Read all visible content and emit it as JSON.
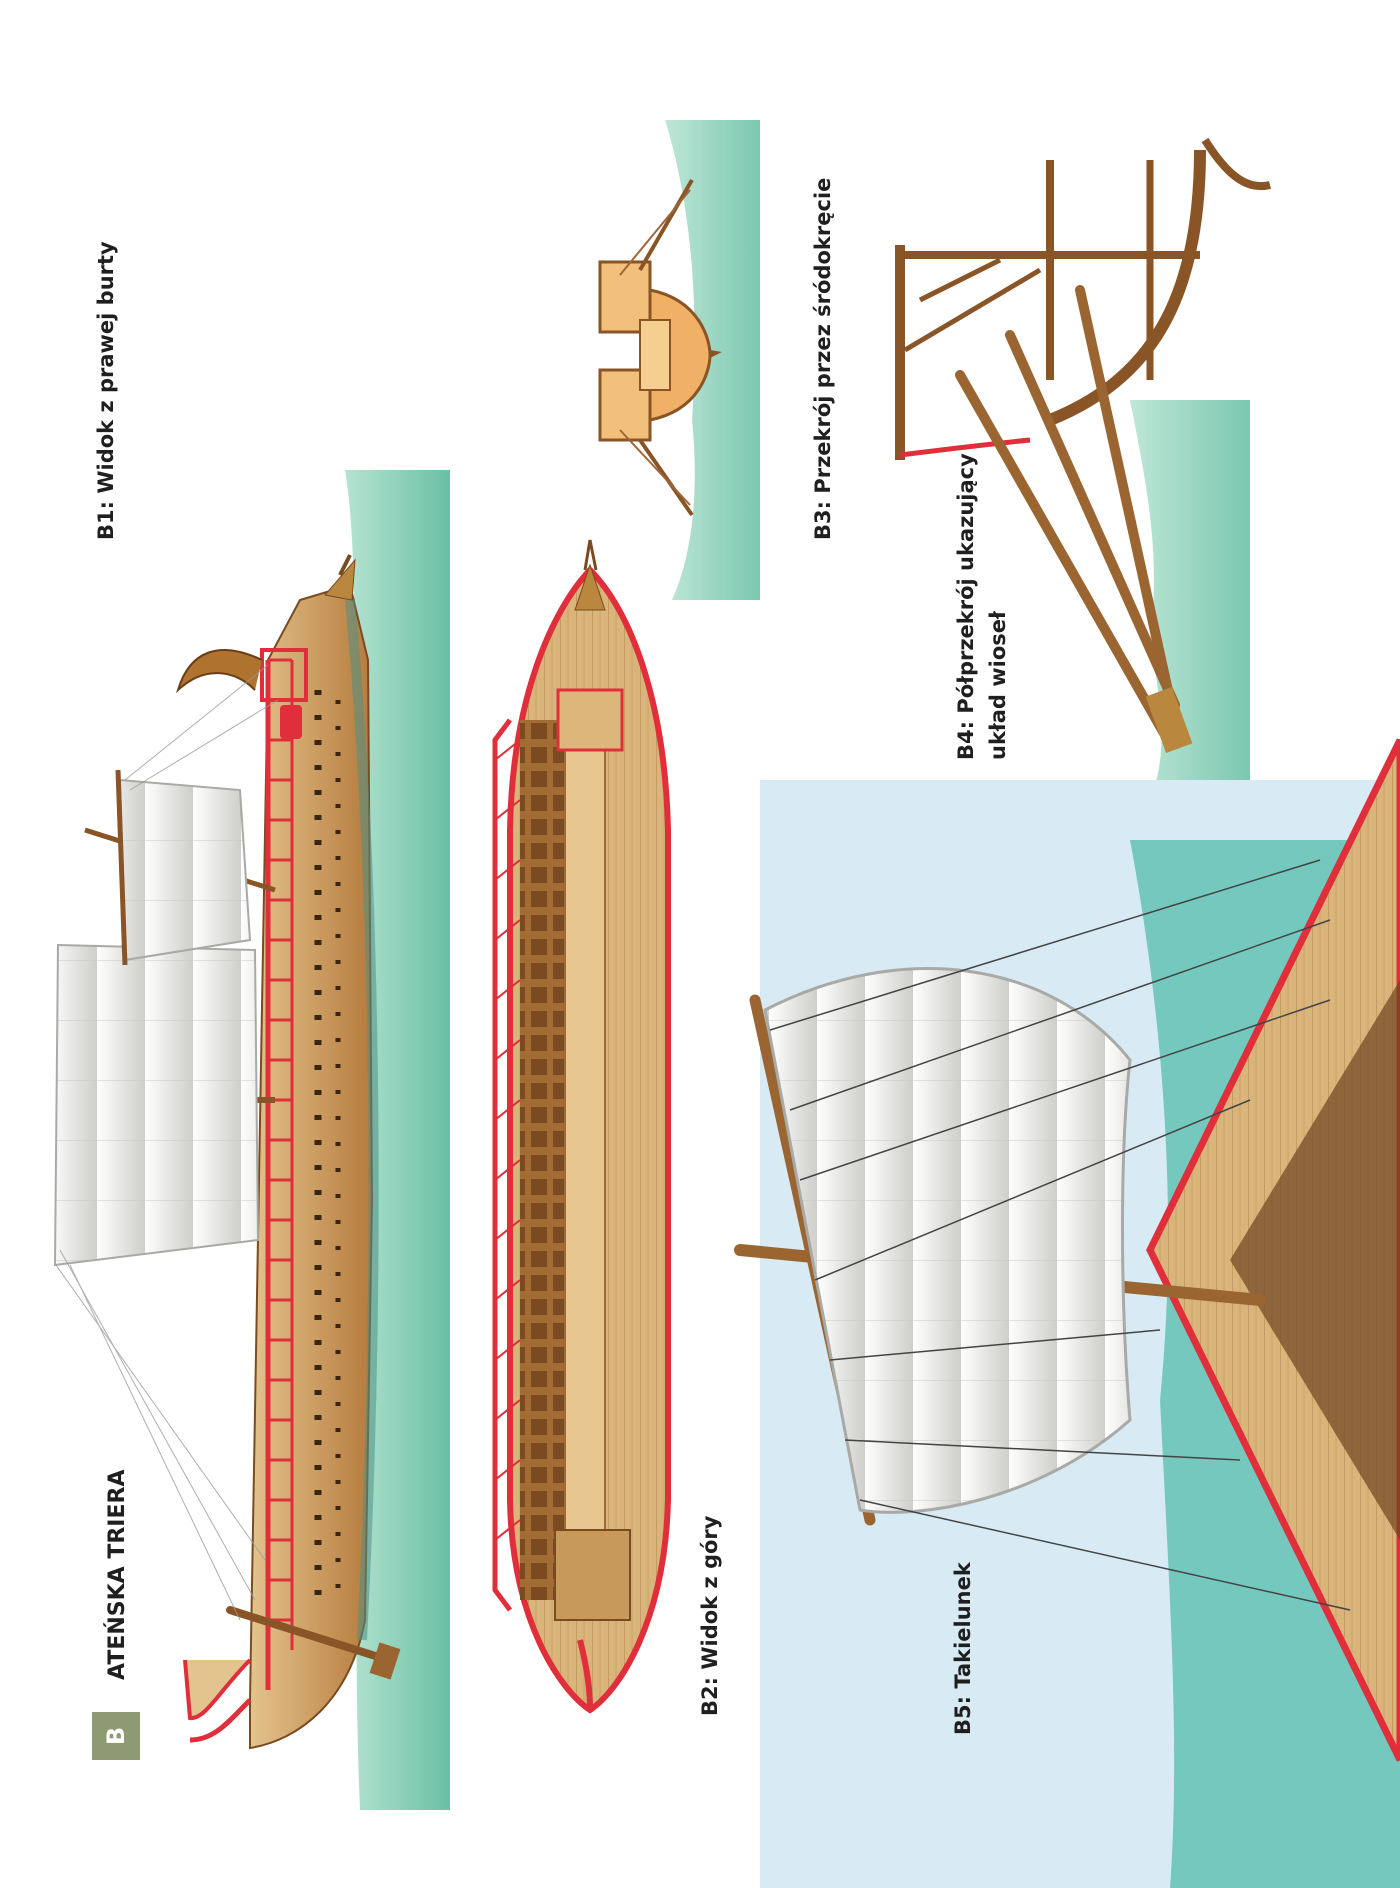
{
  "plate": {
    "letter": "B",
    "title": "ATEŃSKA TRIERA"
  },
  "captions": {
    "b1": "B1: Widok z prawej burty",
    "b2": "B2: Widok z góry",
    "b3": "B3: Przekrój przez śródokręcie",
    "b4_line1": "B4: Półprzekrój ukazujący",
    "b4_line2": "układ wioseł",
    "b5": "B5: Takielunek"
  },
  "colors": {
    "wood": "#c8924f",
    "wood_dark": "#8a5526",
    "deck_light": "#e4c48e",
    "frame_red": "#e02e3a",
    "sea": "#6cc5a6",
    "sea_light": "#a9dfc9",
    "sky": "#cfe6f4",
    "sail": "#eeeeec",
    "badge": "#8e9a72"
  }
}
